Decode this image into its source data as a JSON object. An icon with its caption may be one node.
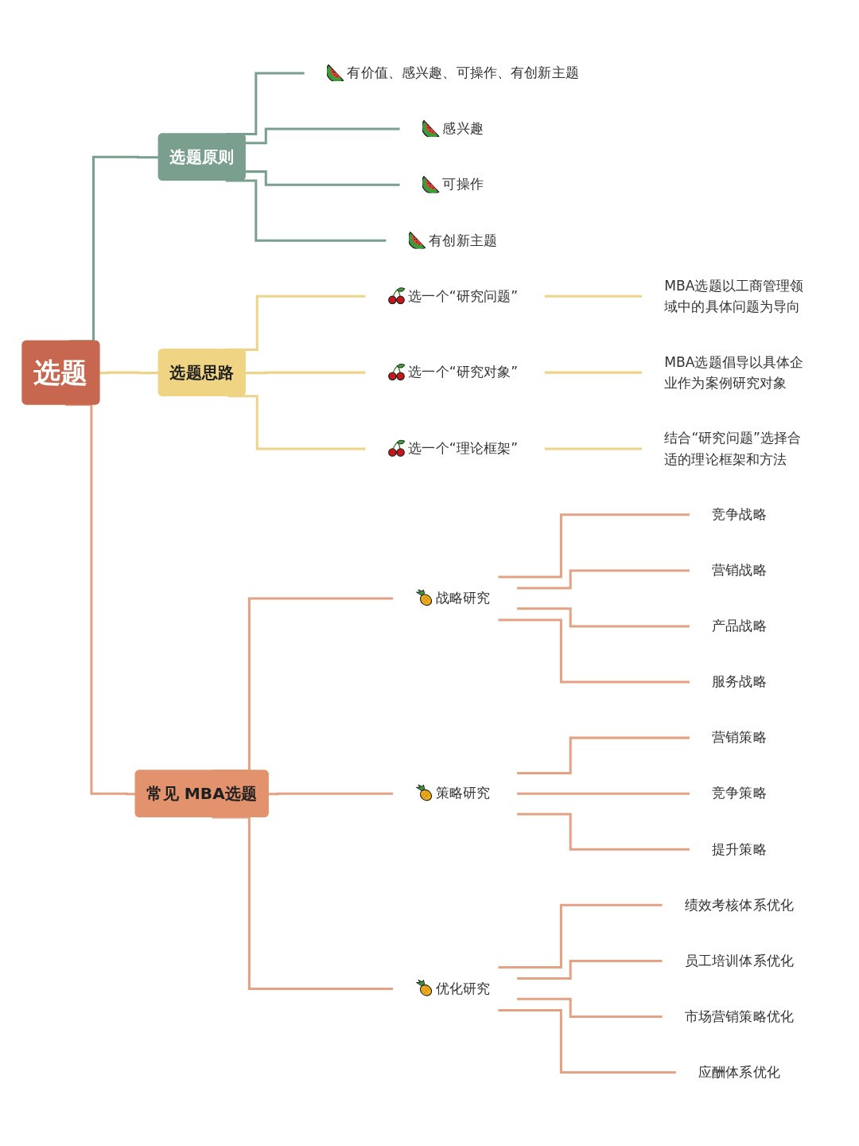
{
  "diagram": {
    "nodes": [
      {
        "text": [
          "选题"
        ]
      },
      {
        "text": [
          "选题原则"
        ]
      },
      {
        "text": [
          "有价值、感兴趣、可操作、有创新主题"
        ]
      },
      {
        "text": [
          "感兴趣"
        ]
      },
      {
        "text": [
          "可操作"
        ]
      },
      {
        "text": [
          "有创新主题"
        ]
      },
      {
        "text": [
          "选题思路"
        ]
      },
      {
        "text": [
          "选一个“研究问题”"
        ]
      },
      {
        "text": [
          "MBA选题以工商管理领域中的具体问题为导向"
        ]
      },
      {
        "text": [
          "选一个“研究对象”"
        ]
      },
      {
        "text": [
          "MBA选题倡导以具体企业作为案例研究对象"
        ]
      },
      {
        "text": [
          "选一个“理论框架”"
        ]
      },
      {
        "text": [
          "结合“研究问题”选择合适的理论框架和方法"
        ]
      },
      {
        "text": [
          "常见 MBA选题"
        ]
      },
      {
        "text": [
          "战略研究"
        ]
      },
      {
        "text": [
          "竞争战略"
        ]
      },
      {
        "text": [
          "营销战略"
        ]
      },
      {
        "text": [
          "产品战略"
        ]
      },
      {
        "text": [
          "服务战略"
        ]
      },
      {
        "text": [
          "策略研究"
        ]
      },
      {
        "text": [
          "营销策略"
        ]
      },
      {
        "text": [
          "竞争策略"
        ]
      },
      {
        "text": [
          "提升策略"
        ]
      },
      {
        "text": [
          "优化研究"
        ]
      },
      {
        "text": [
          "绩效考核体系优化"
        ]
      },
      {
        "text": [
          "员工培训体系优化"
        ]
      },
      {
        "text": [
          "市场营销策略优化"
        ]
      },
      {
        "text": [
          "应酬体系优化"
        ]
      }
    ],
    "edges": [
      {
        "from": 0,
        "to": 1,
        "arrow": "none",
        "color": "#7a9f8f"
      },
      {
        "from": 1,
        "to": 2,
        "arrow": "none",
        "color": "#7a9f8f"
      },
      {
        "from": 1,
        "to": 3,
        "arrow": "none",
        "color": "#7a9f8f"
      },
      {
        "from": 1,
        "to": 4,
        "arrow": "none",
        "color": "#7a9f8f"
      },
      {
        "from": 1,
        "to": 5,
        "arrow": "none",
        "color": "#7a9f8f"
      },
      {
        "from": 0,
        "to": 6,
        "arrow": "none",
        "color": "#ecd48a"
      },
      {
        "from": 6,
        "to": 7,
        "arrow": "none",
        "color": "#ecd48a"
      },
      {
        "from": 7,
        "to": 8,
        "arrow": "none",
        "color": "#ecd48a"
      },
      {
        "from": 6,
        "to": 9,
        "arrow": "none",
        "color": "#ecd48a"
      },
      {
        "from": 9,
        "to": 10,
        "arrow": "none",
        "color": "#ecd48a"
      },
      {
        "from": 6,
        "to": 11,
        "arrow": "none",
        "color": "#ecd48a"
      },
      {
        "from": 11,
        "to": 12,
        "arrow": "none",
        "color": "#ecd48a"
      },
      {
        "from": 0,
        "to": 13,
        "arrow": "none"
      },
      {
        "from": 13,
        "to": 14,
        "arrow": "none"
      },
      {
        "from": 14,
        "to": 15,
        "arrow": "none"
      },
      {
        "from": 14,
        "to": 16,
        "arrow": "none"
      },
      {
        "from": 14,
        "to": 17,
        "arrow": "none"
      },
      {
        "from": 14,
        "to": 18,
        "arrow": "none"
      },
      {
        "from": 13,
        "to": 19,
        "arrow": "none"
      },
      {
        "from": 19,
        "to": 20,
        "arrow": "none"
      },
      {
        "from": 19,
        "to": 21,
        "arrow": "none"
      },
      {
        "from": 19,
        "to": 22,
        "arrow": "none"
      },
      {
        "from": 13,
        "to": 23,
        "arrow": "none"
      },
      {
        "from": 23,
        "to": 24,
        "arrow": "none"
      },
      {
        "from": 23,
        "to": 25,
        "arrow": "none"
      },
      {
        "from": 23,
        "to": 26,
        "arrow": "none"
      },
      {
        "from": 23,
        "to": 27,
        "arrow": "none"
      }
    ]
  }
}
